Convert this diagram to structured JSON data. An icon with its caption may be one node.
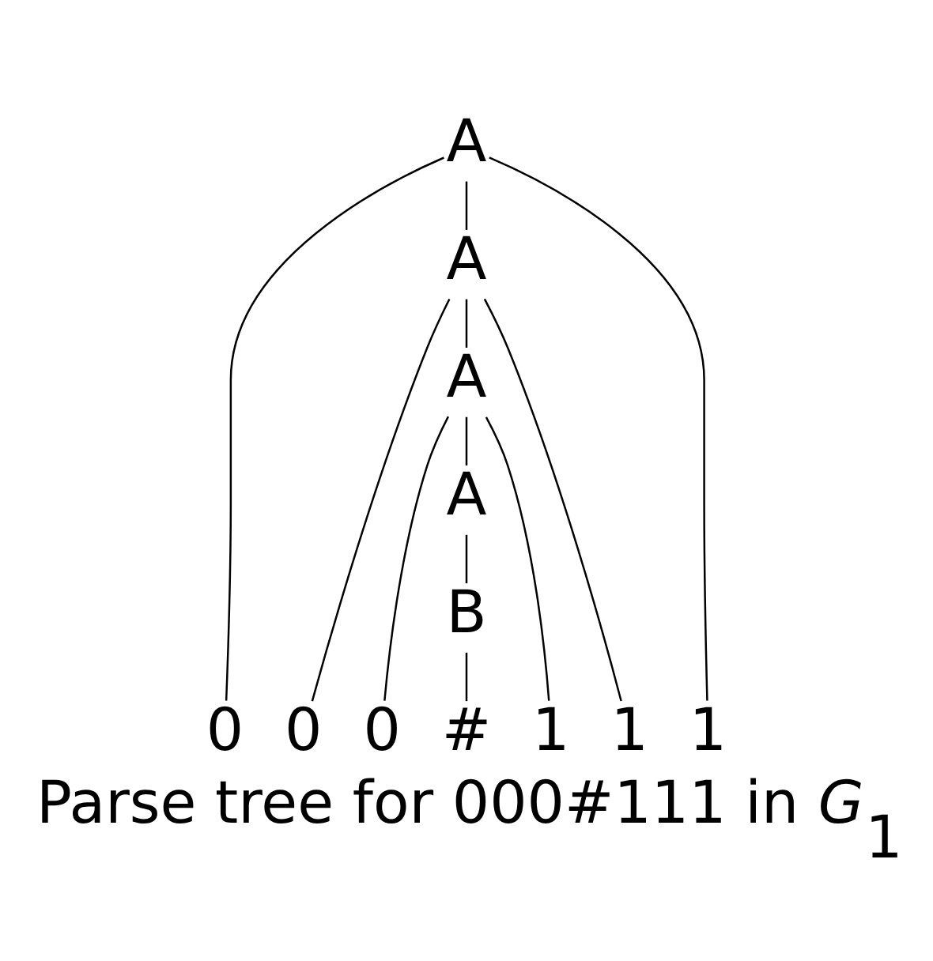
{
  "diagram": {
    "caption": "Parse tree for 000#111 in *G*$_{1}$",
    "nodes": [
      {
        "text": [
          "A"
        ]
      },
      {
        "text": [
          "A"
        ]
      },
      {
        "text": [
          "A"
        ]
      },
      {
        "text": [
          "A"
        ]
      },
      {
        "text": [
          "B"
        ]
      },
      {
        "text": [
          "0"
        ]
      },
      {
        "text": [
          "0"
        ]
      },
      {
        "text": [
          "0"
        ]
      },
      {
        "text": [
          "#"
        ]
      },
      {
        "text": [
          "1"
        ]
      },
      {
        "text": [
          "1"
        ]
      },
      {
        "text": [
          "1"
        ]
      }
    ],
    "edges": [
      {
        "from": 0,
        "to": 5,
        "arrow": "none"
      },
      {
        "from": 0,
        "to": 1,
        "arrow": "none"
      },
      {
        "from": 0,
        "to": 11,
        "arrow": "none"
      },
      {
        "from": 1,
        "to": 6,
        "arrow": "none"
      },
      {
        "from": 1,
        "to": 2,
        "arrow": "none"
      },
      {
        "from": 1,
        "to": 10,
        "arrow": "none"
      },
      {
        "from": 2,
        "to": 7,
        "arrow": "none"
      },
      {
        "from": 2,
        "to": 3,
        "arrow": "none"
      },
      {
        "from": 2,
        "to": 9,
        "arrow": "none"
      },
      {
        "from": 3,
        "to": 4,
        "arrow": "none"
      },
      {
        "from": 4,
        "to": 8,
        "arrow": "none"
      }
    ]
  }
}
